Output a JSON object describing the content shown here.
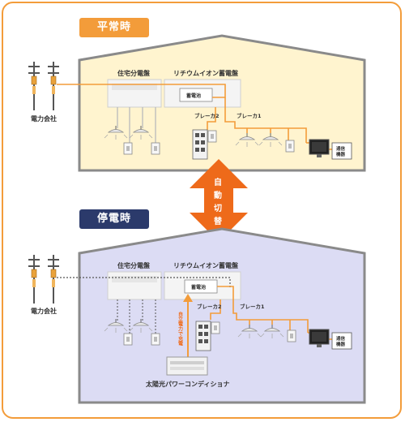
{
  "colors": {
    "frame": "#f39c3a",
    "normal_badge": "#f39c3a",
    "outage_badge": "#2b3a6b",
    "normal_house": "#fff4cf",
    "outage_house": "#dcdcf4",
    "roof_stroke": "#8a8a8a",
    "wire": "#f39c3a",
    "arrow": "#ee6a1a"
  },
  "normal": {
    "badge": "平常時",
    "power_company": "電力会社",
    "house_panel": "住宅分電盤",
    "battery_panel": "リチウムイオン蓄電盤",
    "battery": "蓄電池",
    "breaker2": "ブレーカ2",
    "breaker1": "ブレーカ1",
    "comm": "通信\n機器"
  },
  "switch_label": "自動切替",
  "outage": {
    "badge": "停電時",
    "power_company": "電力会社",
    "house_panel": "住宅分電盤",
    "battery_panel": "リチウムイオン蓄電盤",
    "battery": "蓄電池",
    "breaker2": "ブレーカ2",
    "breaker1": "ブレーカ1",
    "comm": "通信\n機器",
    "self_power": "自立電力で充電",
    "pcs": "太陽光パワーコンディショナ"
  }
}
